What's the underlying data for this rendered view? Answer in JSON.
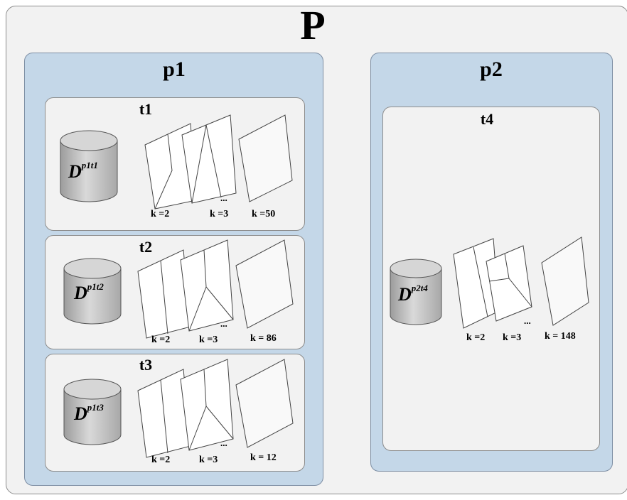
{
  "root": {
    "label": "P"
  },
  "partitions": [
    {
      "label": "p1",
      "tasks": [
        {
          "label": "t1",
          "db": {
            "base": "D",
            "sup": "p1t1"
          },
          "k_labels": [
            "k =2",
            "k =3",
            "k =50"
          ],
          "ellipsis": "..."
        },
        {
          "label": "t2",
          "db": {
            "base": "D",
            "sup": "p1t2"
          },
          "k_labels": [
            "k =2",
            "k =3",
            "k = 86"
          ],
          "ellipsis": "..."
        },
        {
          "label": "t3",
          "db": {
            "base": "D",
            "sup": "p1t3"
          },
          "k_labels": [
            "k =2",
            "k =3",
            "k = 12"
          ],
          "ellipsis": "..."
        }
      ]
    },
    {
      "label": "p2",
      "tasks": [
        {
          "label": "t4",
          "db": {
            "base": "D",
            "sup": "p2t4"
          },
          "k_labels": [
            "k =2",
            "k =3",
            "k = 148"
          ],
          "ellipsis": "..."
        }
      ]
    }
  ]
}
